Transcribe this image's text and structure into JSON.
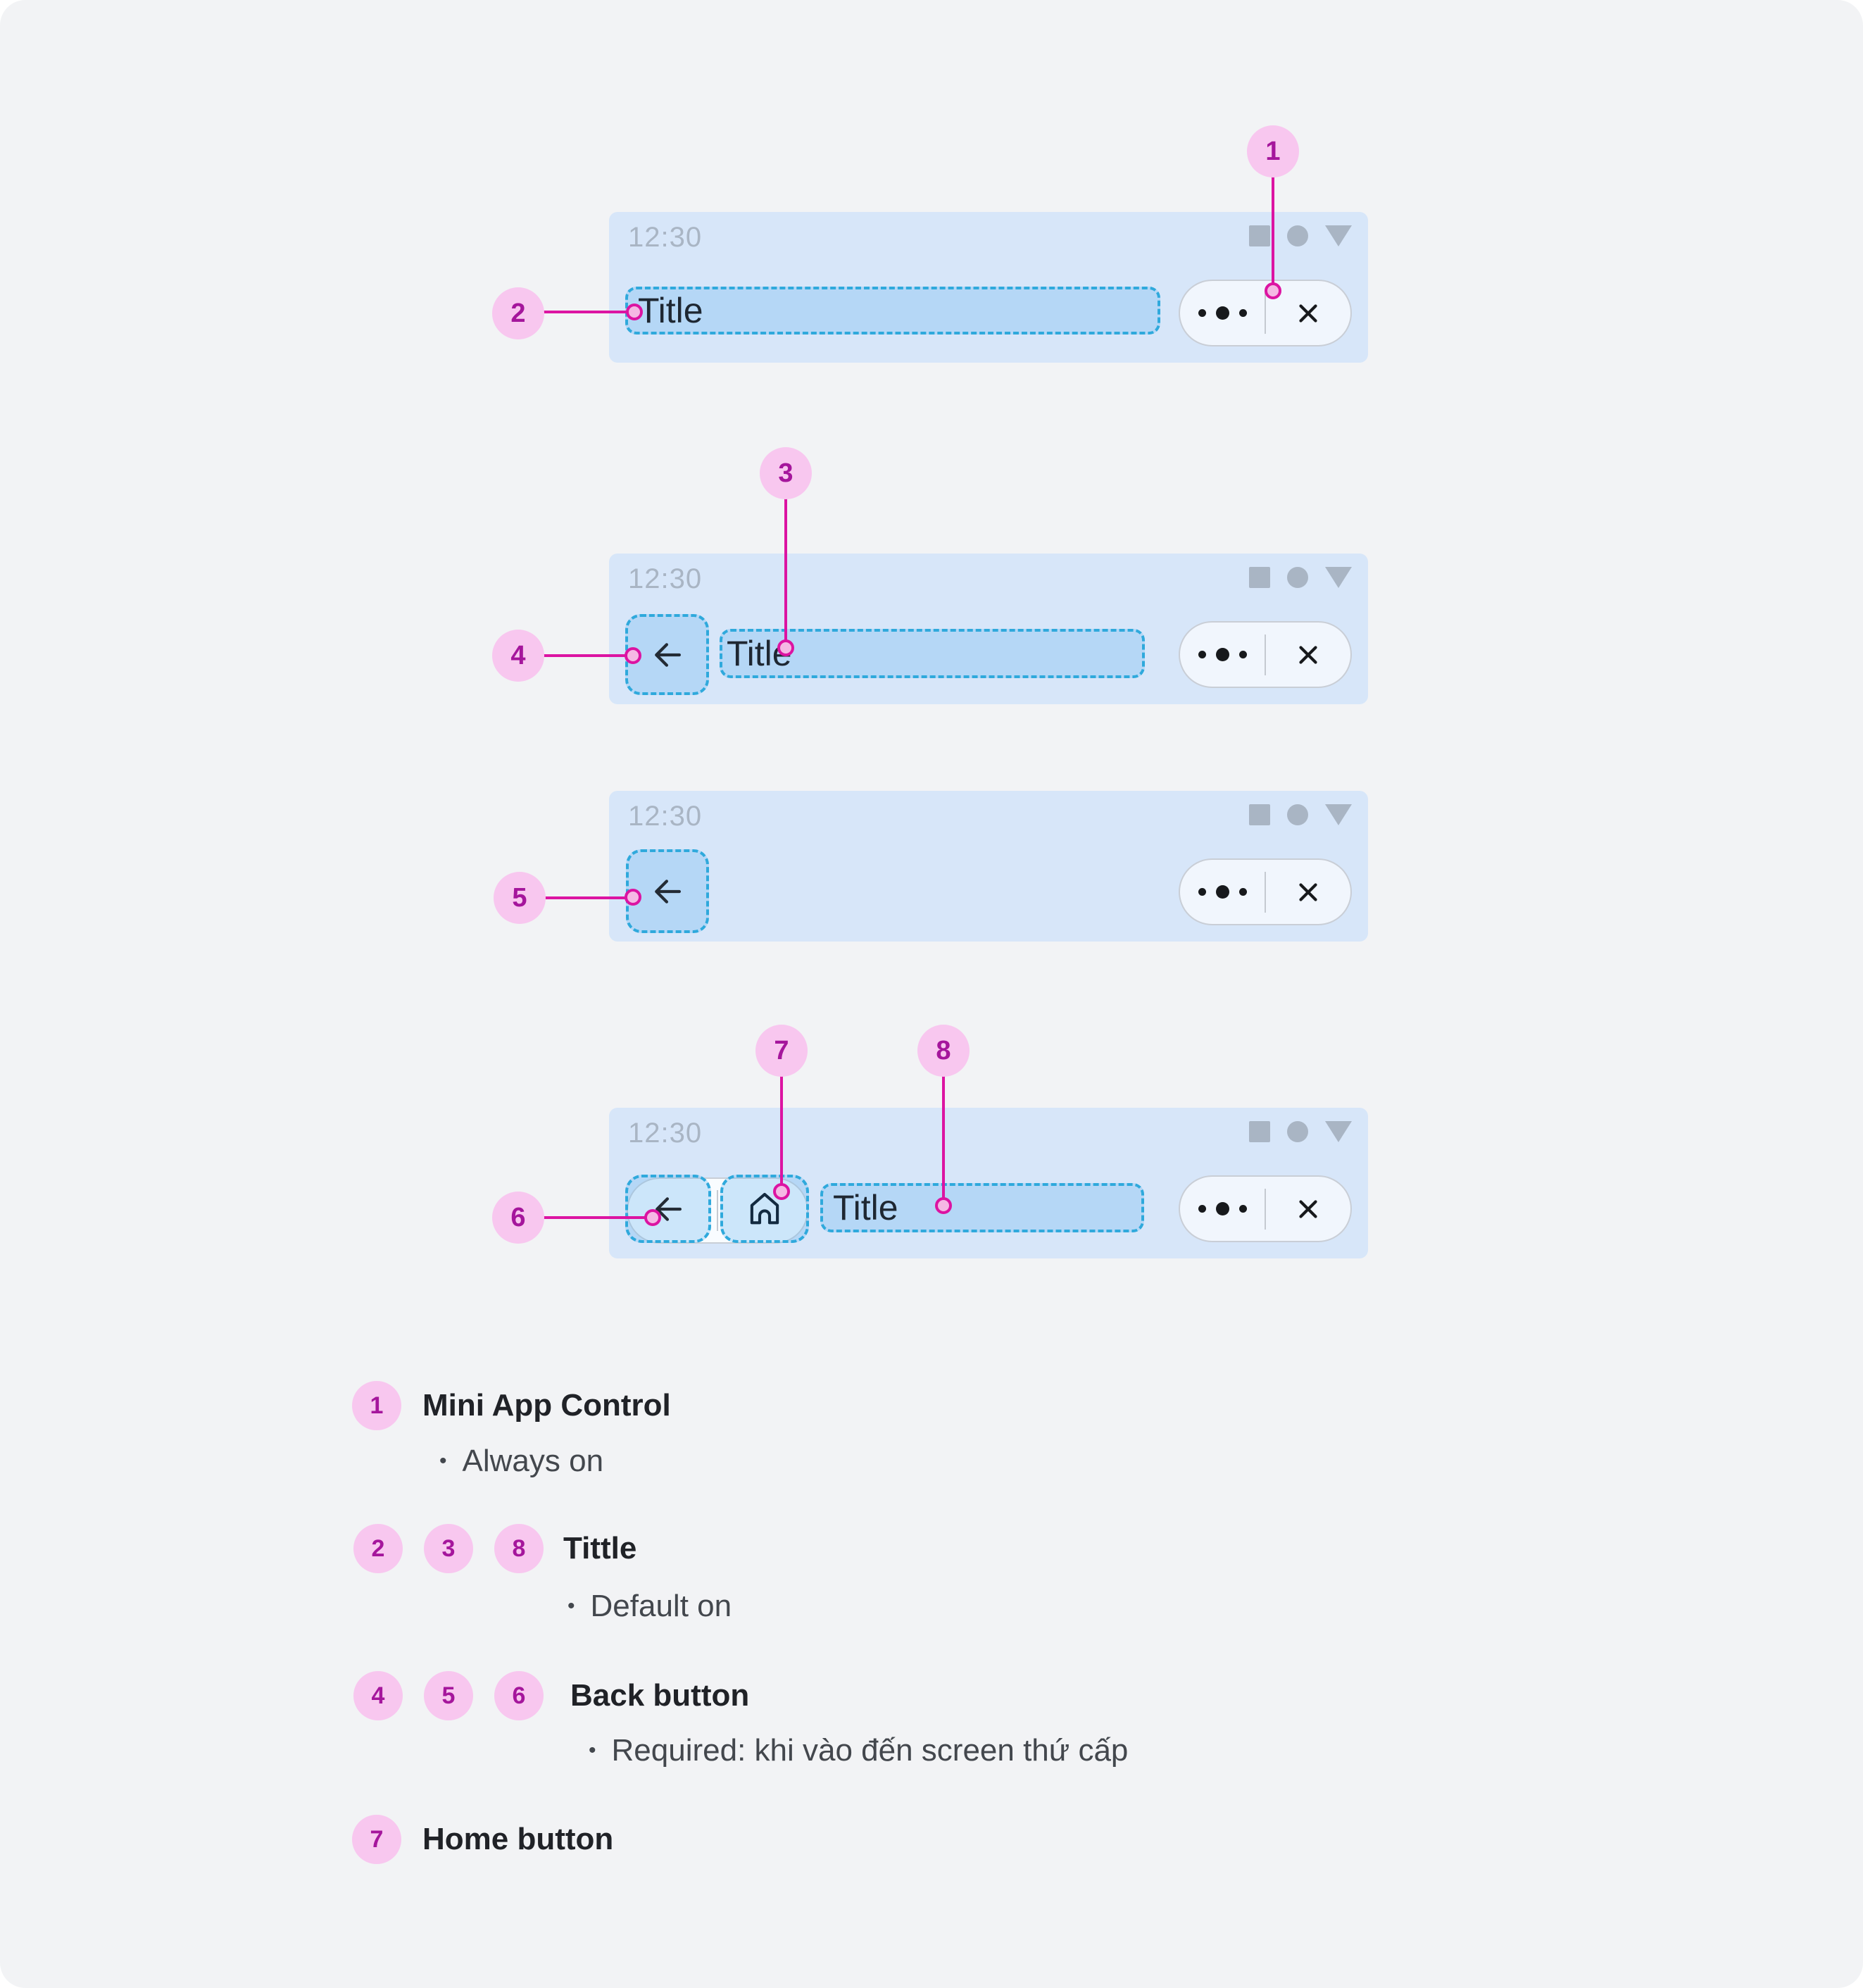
{
  "bars": [
    {
      "time": "12:30",
      "title": "Title"
    },
    {
      "time": "12:30",
      "title": "Title"
    },
    {
      "time": "12:30"
    },
    {
      "time": "12:30",
      "title": "Title"
    }
  ],
  "callouts": [
    "1",
    "2",
    "3",
    "4",
    "5",
    "6",
    "7",
    "8"
  ],
  "ui": {
    "bullet_marker": "•"
  },
  "legend": [
    {
      "badges": [
        "1"
      ],
      "label": "Mini App Control",
      "bullet": "Always on"
    },
    {
      "badges": [
        "2",
        "3",
        "8"
      ],
      "label": "Tittle",
      "bullet": "Default on"
    },
    {
      "badges": [
        "4",
        "5",
        "6"
      ],
      "label": "Back button",
      "bullet": "Required: khi vào đến screen thứ cấp"
    },
    {
      "badges": [
        "7"
      ],
      "label": "Home button"
    }
  ],
  "icons": {
    "status": [
      "status-square-icon",
      "status-circle-icon",
      "status-triangle-icon"
    ],
    "more": "more-options-icon",
    "close": "close-icon",
    "back": "back-arrow-icon",
    "home": "home-icon"
  },
  "colors": {
    "page_bg": "#F2F3F5",
    "bar_bg": "#D7E6F9",
    "annotation_dash": "#2FA9DC",
    "annotation_pink": "#DC14A2",
    "badge_bg": "#F8C7EF",
    "badge_text": "#A5169C",
    "pill_bg": "#F1F6FD",
    "status_gray": "#A9B5C4",
    "icon_dark": "#17191C"
  }
}
